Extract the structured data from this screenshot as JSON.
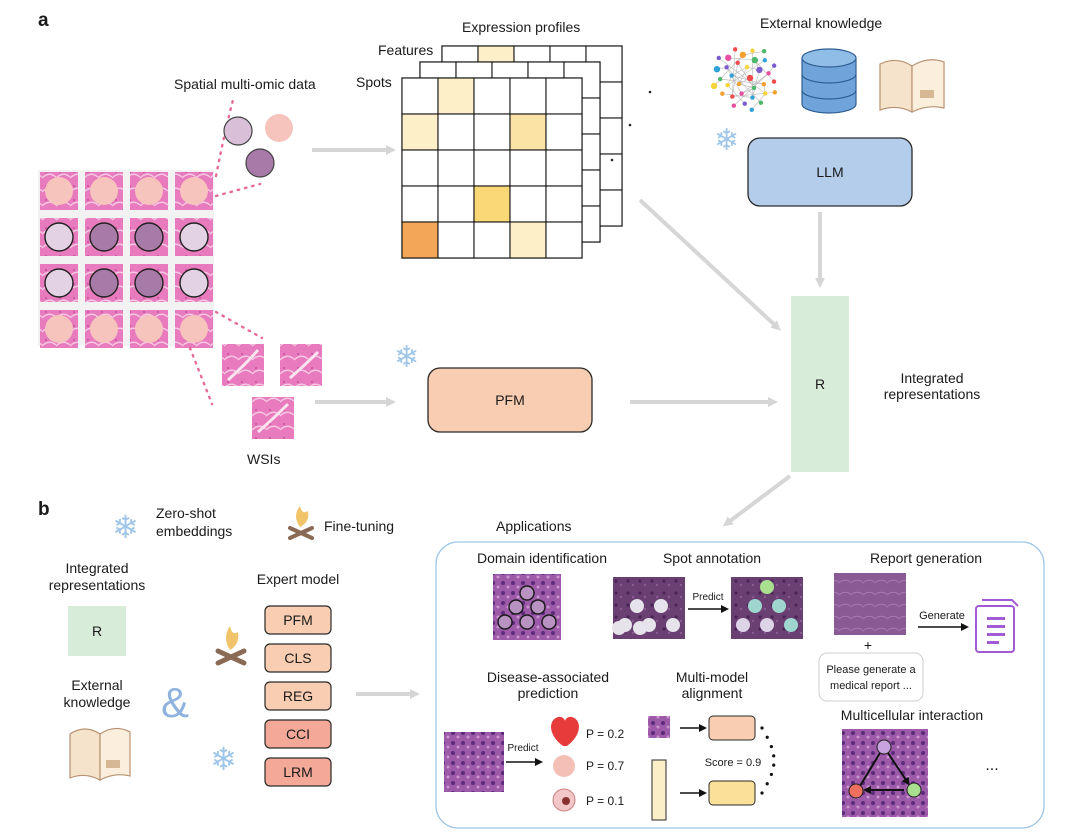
{
  "panel_a": {
    "label": "a",
    "spatial_label": "Spatial multi-omic data",
    "wsi_label": "WSIs",
    "expression_title": "Expression profiles",
    "features_label": "Features",
    "spots_label": "Spots",
    "external_knowledge": "External knowledge",
    "llm_label": "LLM",
    "pfm_label": "PFM",
    "r_label": "R",
    "integrated_line1": "Integrated",
    "integrated_line2": "representations"
  },
  "panel_b": {
    "label": "b",
    "legend_zero_shot_line1": "Zero-shot",
    "legend_zero_shot_line2": "embeddings",
    "legend_finetune": "Fine-tuning",
    "integrated_line1": "Integrated",
    "integrated_line2": "representations",
    "r_label": "R",
    "external_line1": "External",
    "external_line2": "knowledge",
    "ampersand": "&",
    "expert_model": "Expert model",
    "expert_items": [
      "PFM",
      "CLS",
      "REG",
      "CCI",
      "LRM"
    ],
    "applications": "Applications",
    "domain_identification": "Domain identification",
    "spot_annotation": "Spot annotation",
    "predict": "Predict",
    "report_generation": "Report generation",
    "plus": "+",
    "generate": "Generate",
    "prompt_line1": "Please generate a",
    "prompt_line2": "medical report ...",
    "disease_line1": "Disease-associated",
    "disease_line2": "prediction",
    "probabilities": [
      "P = 0.2",
      "P = 0.7",
      "P = 0.1"
    ],
    "alignment_line1": "Multi-model",
    "alignment_line2": "alignment",
    "score": "Score = 0.9",
    "multicellular": "Multicellular interaction",
    "ellipsis": "..."
  }
}
